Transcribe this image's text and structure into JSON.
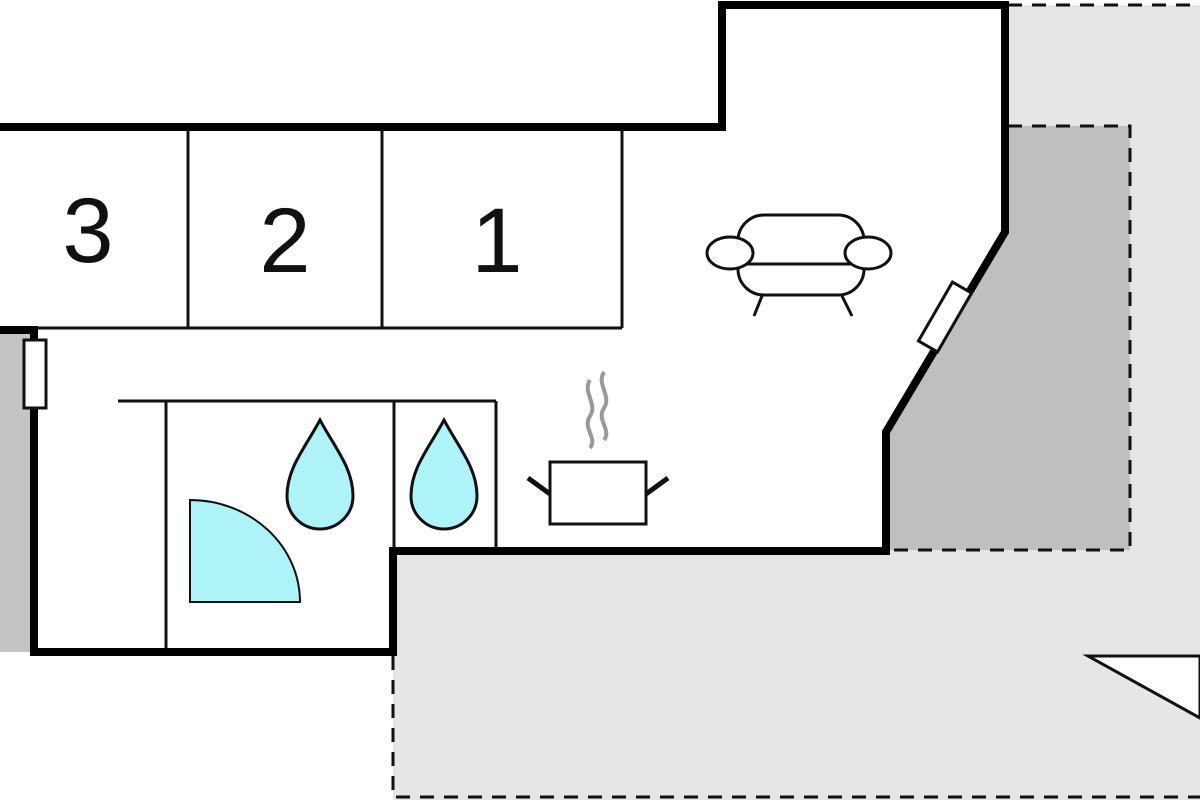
{
  "floor_plan": {
    "bedrooms": [
      {
        "number": "3"
      },
      {
        "number": "2"
      },
      {
        "number": "1"
      }
    ],
    "icons": {
      "living_room": "sofa-icon",
      "kitchen": "cooking-pot-icon",
      "bathroom": [
        "water-drop-icon",
        "water-drop-icon",
        "shower-quarter-circle-icon"
      ]
    },
    "colors": {
      "wall": "#000000",
      "outdoor_terrace": "#e6e6e6",
      "covered_area": "#bfbfbf",
      "water": "#aef3f8"
    }
  }
}
